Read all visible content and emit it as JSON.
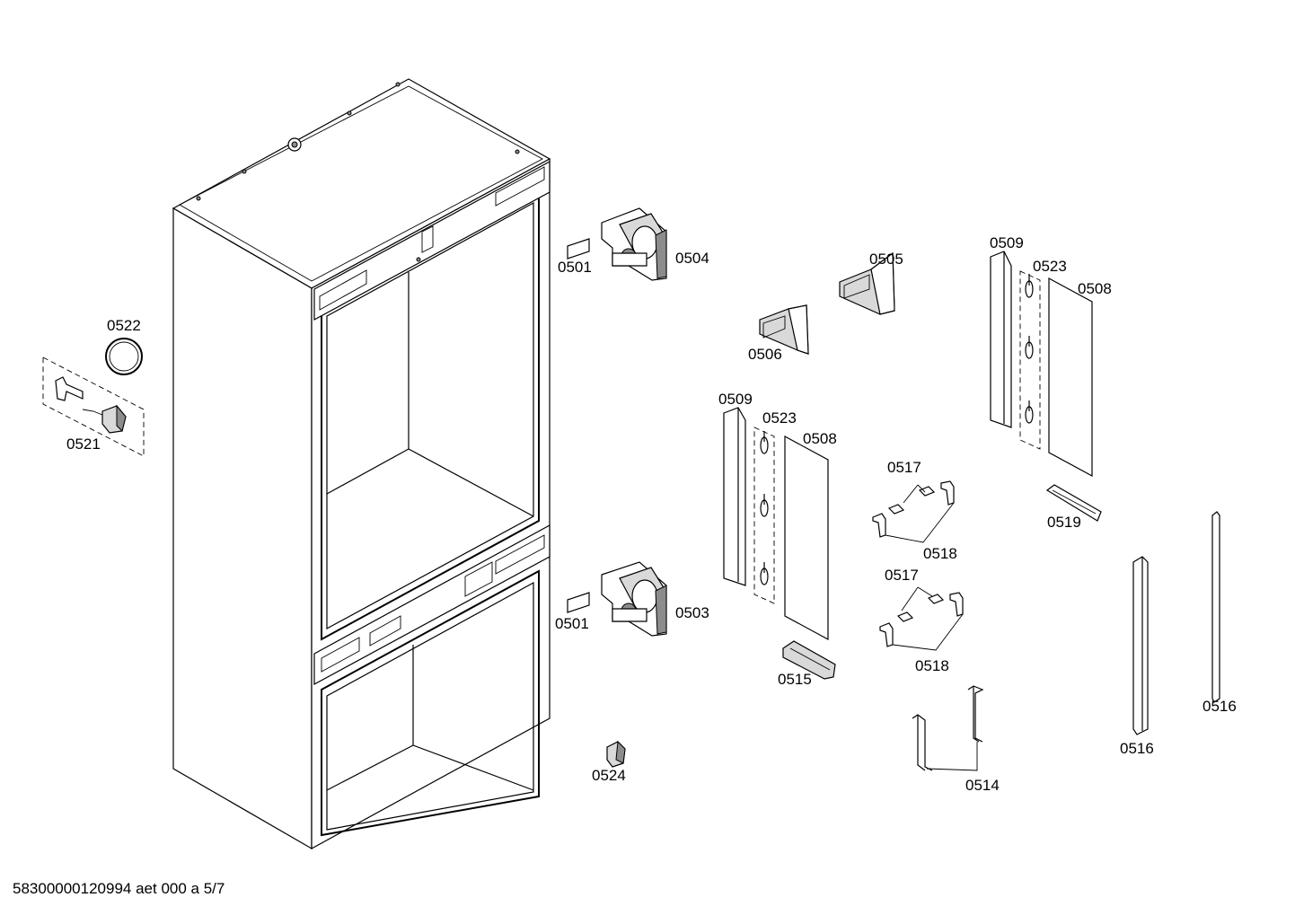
{
  "labels": {
    "l0504": "0504",
    "l0501a": "0501",
    "l0505": "0505",
    "l0506": "0506",
    "l0509a": "0509",
    "l0523a": "0523",
    "l0508a": "0508",
    "l0522": "0522",
    "l0521": "0521",
    "l0509b": "0509",
    "l0523b": "0523",
    "l0508b": "0508",
    "l0517a": "0517",
    "l0518a": "0518",
    "l0519": "0519",
    "l0501b": "0501",
    "l0503": "0503",
    "l0517b": "0517",
    "l0518b": "0518",
    "l0515": "0515",
    "l0516a": "0516",
    "l0516b": "0516",
    "l0514": "0514",
    "l0524": "0524"
  },
  "footer": {
    "doc_id": "58300000120994 aet 000 a 5/7"
  }
}
